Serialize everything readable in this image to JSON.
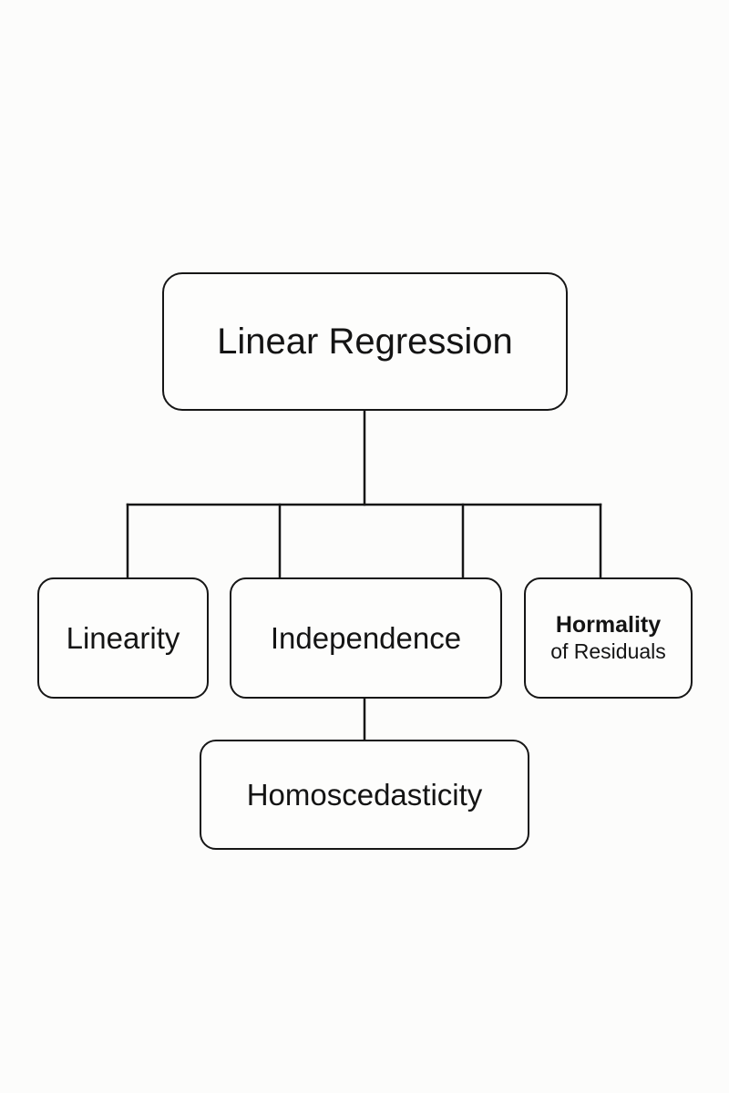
{
  "diagram": {
    "root": {
      "label": "Linear Regression"
    },
    "children": [
      {
        "id": "linearity",
        "label": "Linearity"
      },
      {
        "id": "independence",
        "label": "Independence"
      },
      {
        "id": "normality",
        "label_line1": "Hormality",
        "label_line2": "of Residuals"
      }
    ],
    "sub_child": {
      "id": "homoscedasticity",
      "label": "Homoscedasticity",
      "parent": "independence"
    }
  },
  "colors": {
    "background": "#fcfcfb",
    "stroke": "#161616",
    "text": "#141414"
  }
}
